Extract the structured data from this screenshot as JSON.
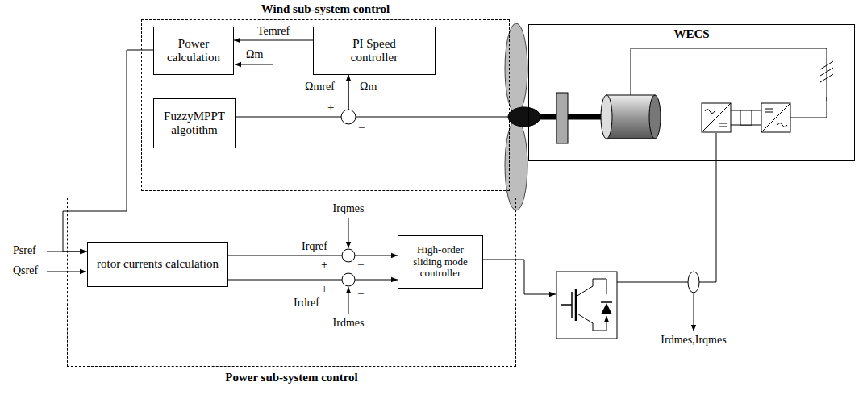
{
  "diagram": {
    "nodes": [
      {
        "text": [
          "Wind sub-system control"
        ]
      },
      {
        "text": [
          "Power calculation"
        ],
        "in": 0
      },
      {
        "text": [
          "PI Speed controller"
        ],
        "in": 0
      },
      {
        "text": [
          "FuzzyMPPT algotithm"
        ],
        "in": 0
      },
      {
        "text": [
          "WECS"
        ]
      },
      {
        "text": [
          "Power sub-system control"
        ]
      },
      {
        "text": [
          "rotor currents calculation"
        ],
        "in": 5
      },
      {
        "text": [
          "High-order sliding mode controller"
        ],
        "in": 5
      }
    ],
    "edges": [
      {
        "from": 2,
        "to": 1,
        "arrow": "to",
        "label": "Temref"
      },
      {
        "from": 3,
        "to": 2,
        "arrow": "to"
      },
      {
        "from": 4,
        "to": 2,
        "arrow": "to"
      },
      {
        "from": 1,
        "to": 6,
        "arrow": "to"
      },
      {
        "from": 6,
        "to": 7,
        "arrow": "to",
        "label": "Irqref"
      },
      {
        "from": 6,
        "to": 7,
        "arrow": "to",
        "label": "Irdref"
      }
    ],
    "labels": [
      "Ωm",
      "Ωmref",
      "Ωm",
      "+",
      "−",
      "Irqmes",
      "Psref",
      "Qsref",
      "+",
      "−",
      "+",
      "−",
      "Irdmes",
      "Irdmes,Irqmes"
    ]
  }
}
